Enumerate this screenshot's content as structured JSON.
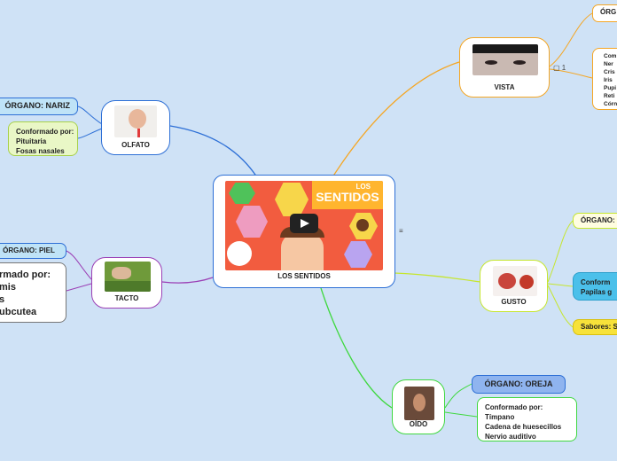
{
  "central": {
    "label": "LOS SENTIDOS",
    "video_title_top": "LOS",
    "video_title_main": "SENTIDOS"
  },
  "vista": {
    "label": "VISTA",
    "organ": "ÓRG",
    "collapsed_count": "1",
    "details": [
      "Com",
      "Ner",
      "Cris",
      "Iris",
      "Pupi",
      "Reti",
      "Córn"
    ]
  },
  "olfato": {
    "label": "OLFATO",
    "organ": "ÓRGANO: NARIZ",
    "details": [
      "Conformado por:",
      "Pituitaria",
      "Fosas nasales"
    ]
  },
  "tacto": {
    "label": "TACTO",
    "organ": "ÓRGANO: PIEL",
    "details": [
      "rmado por:",
      "mis",
      "s",
      "ubcutea"
    ]
  },
  "gusto": {
    "label": "GUSTO",
    "organ": "ÓRGANO:",
    "details": [
      "Conform",
      "Papilas g"
    ],
    "flavors": "Sabores: S"
  },
  "oido": {
    "label": "OÍDO",
    "organ": "ÓRGANO: OREJA",
    "details": [
      "Conformado por:",
      "Tímpano",
      "Cadena de huesecillos",
      "Nervio auditivo"
    ]
  },
  "colors": {
    "background": "#cfe2f6",
    "vista": "#f5a623",
    "olfato": "#2d6fd6",
    "tacto": "#9b3fb5",
    "gusto": "#c6e62e",
    "oido": "#3fd83f"
  }
}
